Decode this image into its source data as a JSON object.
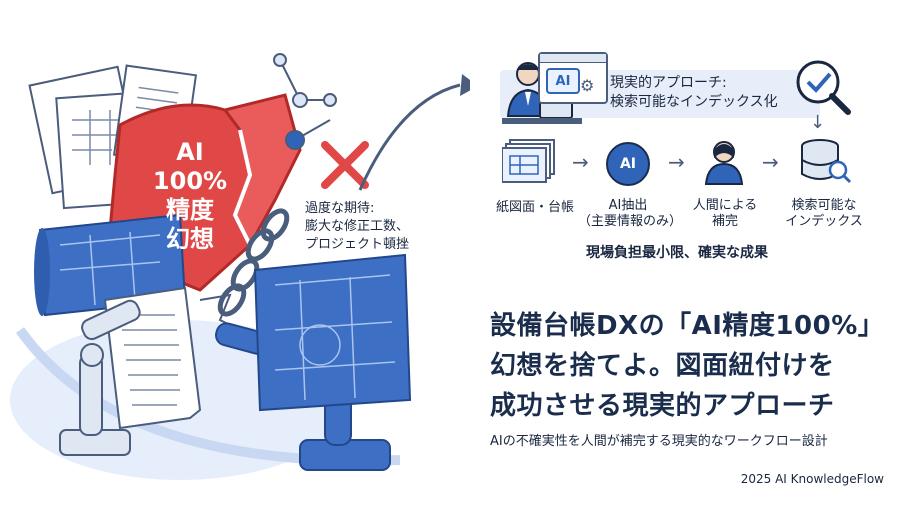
{
  "left": {
    "shield_text": [
      "AI",
      "100%",
      "精度",
      "幻想"
    ],
    "expectation_title": "過度な期待:",
    "expectation_lines": [
      "膨大な修正工数、",
      "プロジェクト頓挫"
    ]
  },
  "right": {
    "approach_title": "現実的アプローチ:",
    "approach_subtitle": "検索可能なインデックス化",
    "ai_badge": "AI",
    "steps": [
      {
        "label": "紙図面・台帳"
      },
      {
        "label": "AI抽出\n（主要情報のみ）"
      },
      {
        "label": "人間による\n補完"
      },
      {
        "label": "検索可能な\nインデックス"
      }
    ],
    "ai_circle": "AI",
    "result": "現場負担最小限、確実な成果"
  },
  "headline": {
    "line1": "設備台帳DXの「AI精度100%」",
    "line2": "幻想を捨てよ。図面紐付けを",
    "line3": "成功させる現実的アプローチ",
    "subtitle": "AIの不確実性を人間が補完する現実的なワークフロー設計"
  },
  "footer": "2025 AI KnowledgeFlow",
  "colors": {
    "accent_blue": "#2f64b8",
    "alert_red": "#e04848",
    "navy": "#1a2d4d"
  }
}
